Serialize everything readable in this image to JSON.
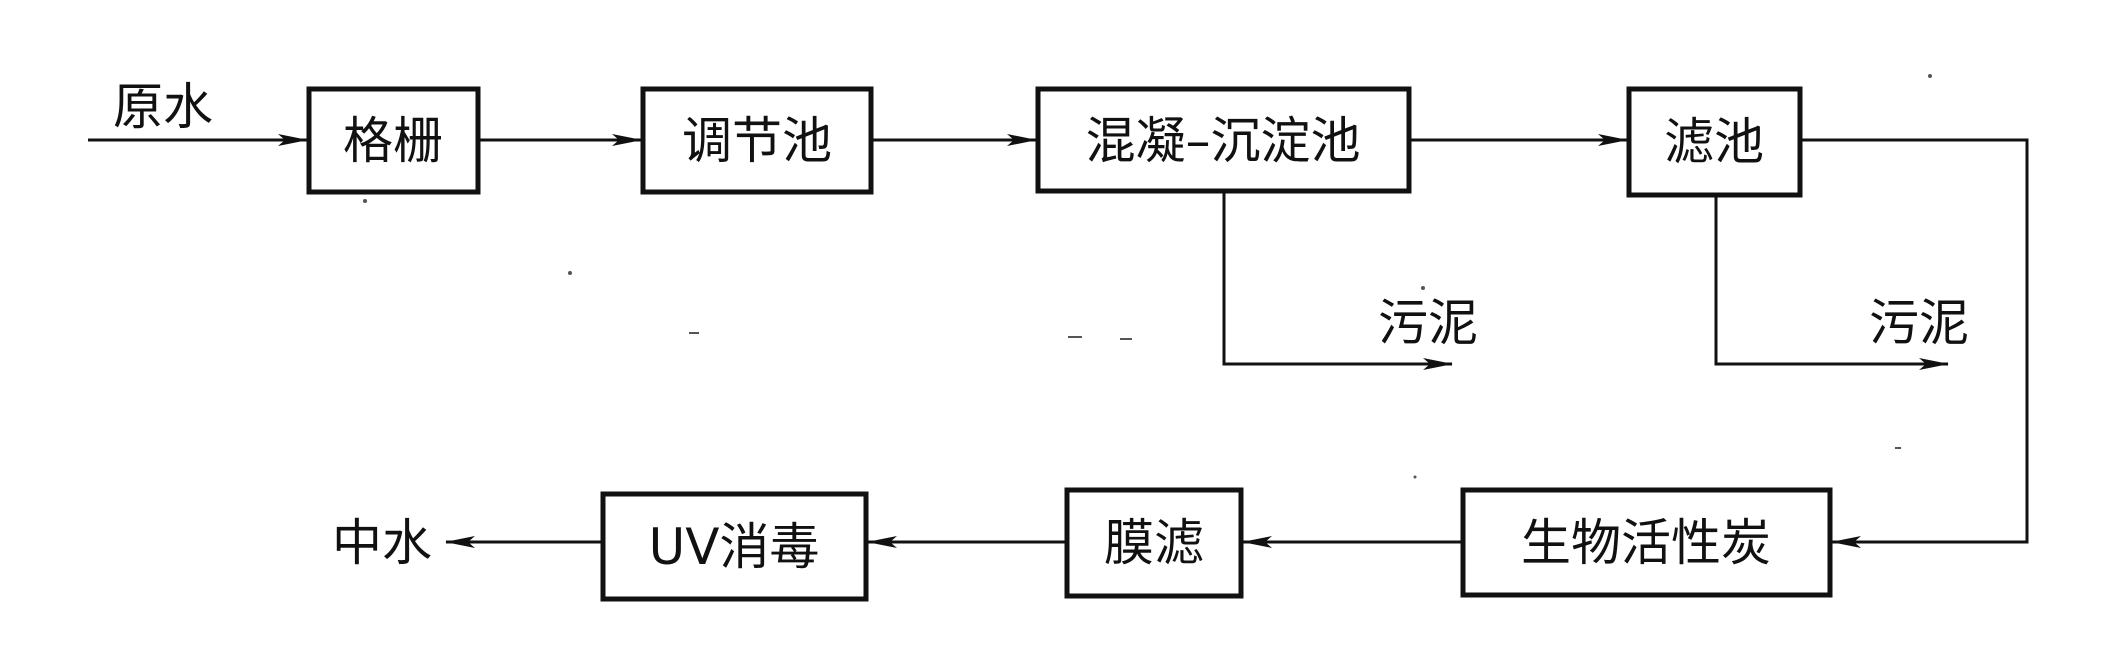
{
  "diagram": {
    "input_label": "原水",
    "output_label": "中水",
    "sludge_label_1": "污泥",
    "sludge_label_2": "污泥",
    "nodes": {
      "grille": "格栅",
      "regulating_tank": "调节池",
      "coagulation_sedimentation_tank": "混凝–沉淀池",
      "filter_tank": "滤池",
      "biological_activated_carbon": "生物活性炭",
      "membrane_filtration": "膜滤",
      "uv_disinfection": "UV消毒"
    }
  }
}
